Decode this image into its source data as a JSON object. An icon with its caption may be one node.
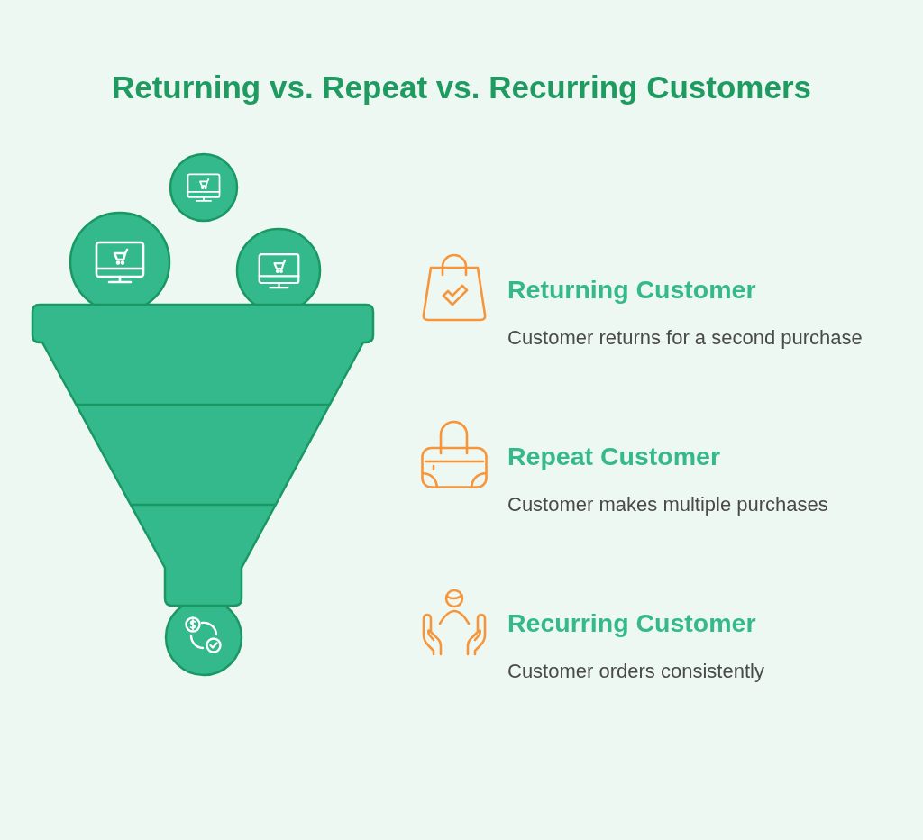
{
  "diagram": {
    "title": "Returning vs. Repeat vs. Recurring Customers",
    "labels": [
      "Returning Customer",
      "Customer returns for a second purchase",
      "Repeat Customer",
      "Customer makes multiple purchases",
      "Recurring Customer",
      "Customer orders consistently"
    ]
  }
}
